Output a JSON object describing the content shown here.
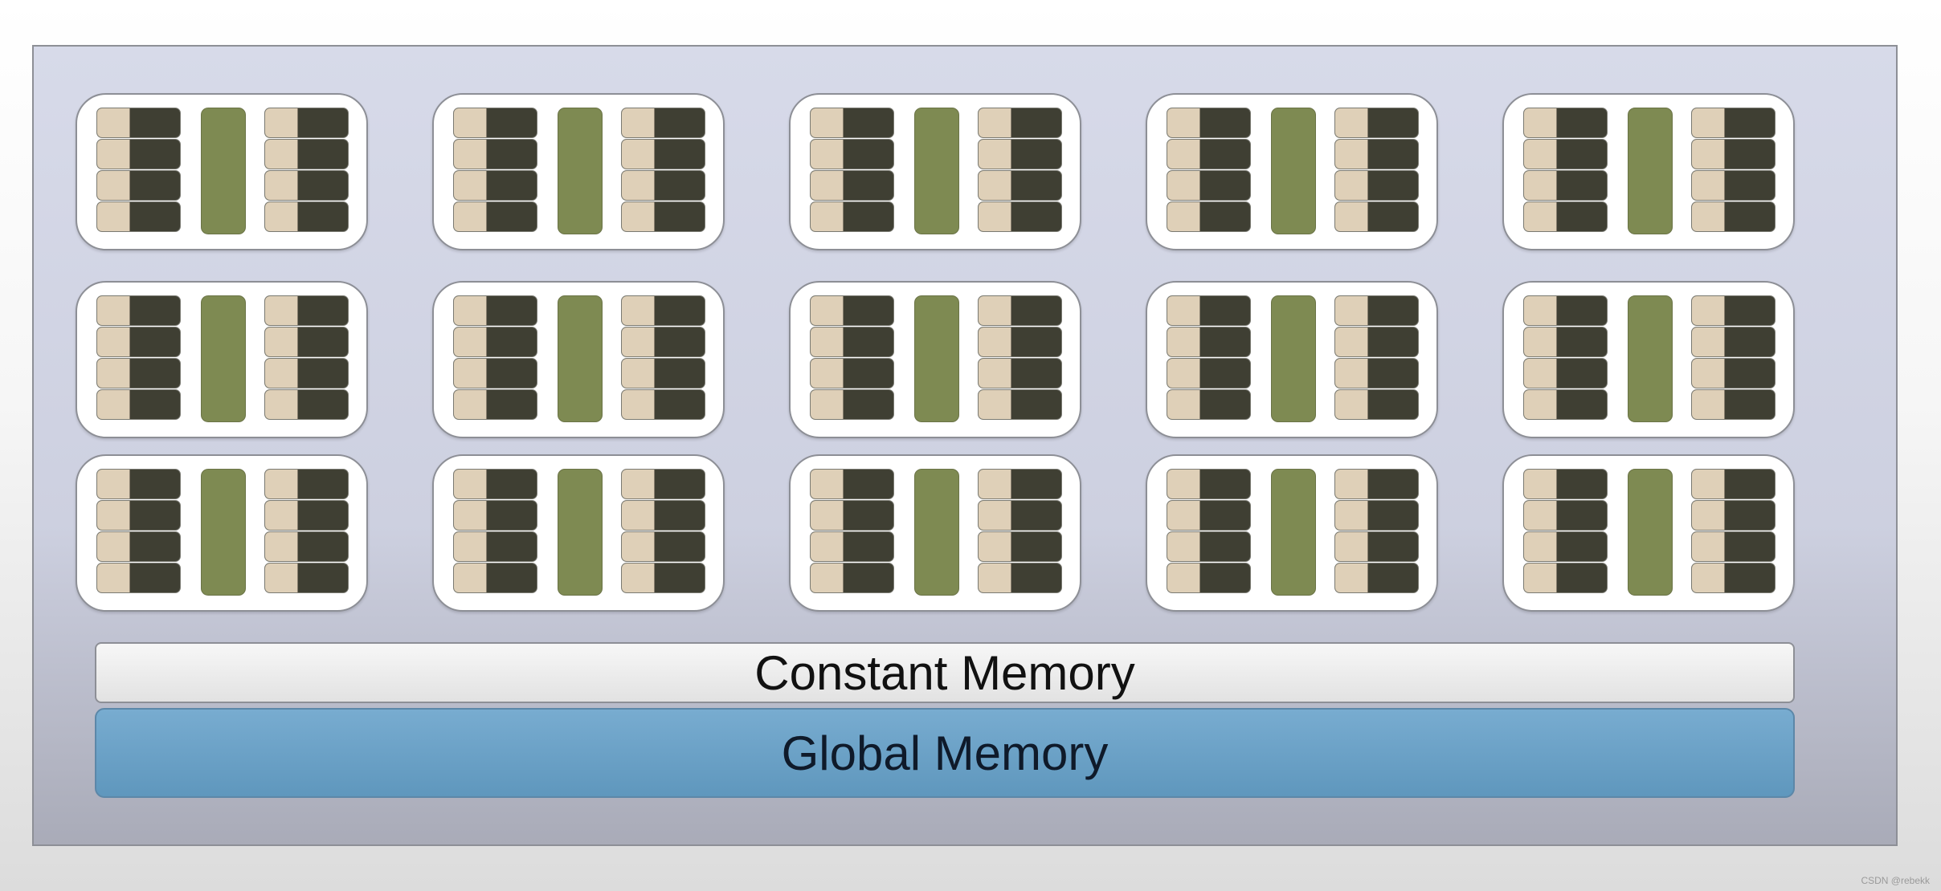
{
  "diagram": {
    "sm_rows": 3,
    "sm_cols": 5,
    "cores_per_column": 4,
    "constant_memory_label": "Constant Memory",
    "global_memory_label": "Global Memory",
    "watermark": "CSDN @rebekk"
  },
  "colors": {
    "chip_background": "#cfd2e2",
    "sm_background": "#ffffff",
    "register": "#dfd0b8",
    "core": "#3f3f33",
    "shared_memory": "#7e8a52",
    "constant_memory": "#eeeeee",
    "global_memory": "#6aa2c8"
  }
}
